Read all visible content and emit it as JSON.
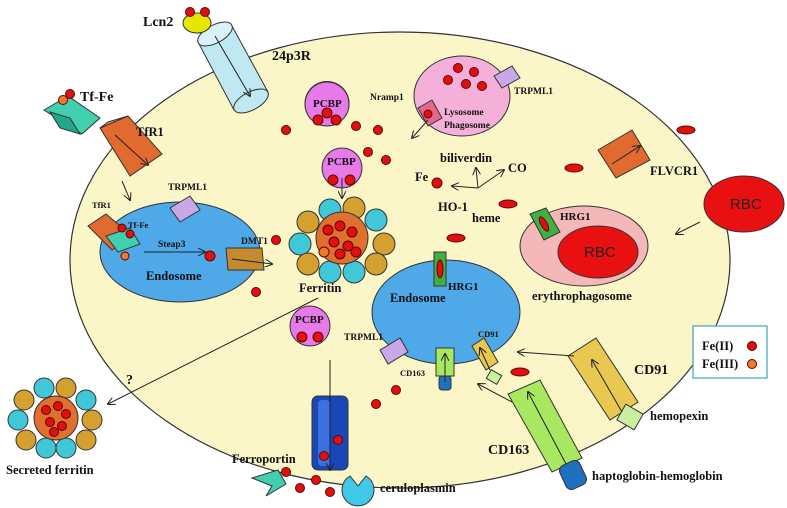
{
  "labels": {
    "lcn2": "Lcn2",
    "r24p3": "24p3R",
    "tffe": "Tf-Fe",
    "tfr1": "TfR1",
    "tfr1_small": "TfR1",
    "tffe_small": "Tf-Fe",
    "steap3": "Steap3",
    "dmt1": "DMT1",
    "endosome_left": "Endosome",
    "trpml1_top_left": "TRPML1",
    "pcbp_top": "PCBP",
    "pcbp_mid": "PCBP",
    "pcbp_bottom": "PCBP",
    "ferritin": "Ferritin",
    "nramp1": "Nramp1",
    "lysosome": "Lysosome",
    "phagosome": "Phagosome",
    "trpml1_top_right": "TRPML1",
    "biliverdin": "biliverdin",
    "co": "CO",
    "fe": "Fe",
    "ho1": "HO-1",
    "heme": "heme",
    "hrg1_right": "HRG1",
    "flvcr1": "FLVCR1",
    "rbc_outside": "RBC",
    "rbc_inside": "RBC",
    "erythrophagosome": "erythrophagosome",
    "endosome_mid": "Endosome",
    "hrg1_mid": "HRG1",
    "trpml1_mid": "TRPML1",
    "cd91_small": "CD91",
    "cd163_small": "CD163",
    "cd91": "CD91",
    "cd163": "CD163",
    "hemopexin": "hemopexin",
    "haptoglobin": "haptoglobin-hemoglobin",
    "ferroportin": "Ferroportin",
    "ceruloplasmin": "ceruloplasmin",
    "secreted_ferritin": "Secreted ferritin",
    "question": "?"
  },
  "legend": {
    "fe2": "Fe(II)",
    "fe3": "Fe(III)"
  },
  "colors": {
    "cell": "#fbf6c8",
    "fe2": "#e01010",
    "fe3": "#f07a2a",
    "endosome": "#4fa8e8",
    "pcbp": "#e879e8",
    "rbc": "#e81010",
    "erythrophagosome": "#f4b8b8",
    "lysosome": "#f4b0d8"
  }
}
